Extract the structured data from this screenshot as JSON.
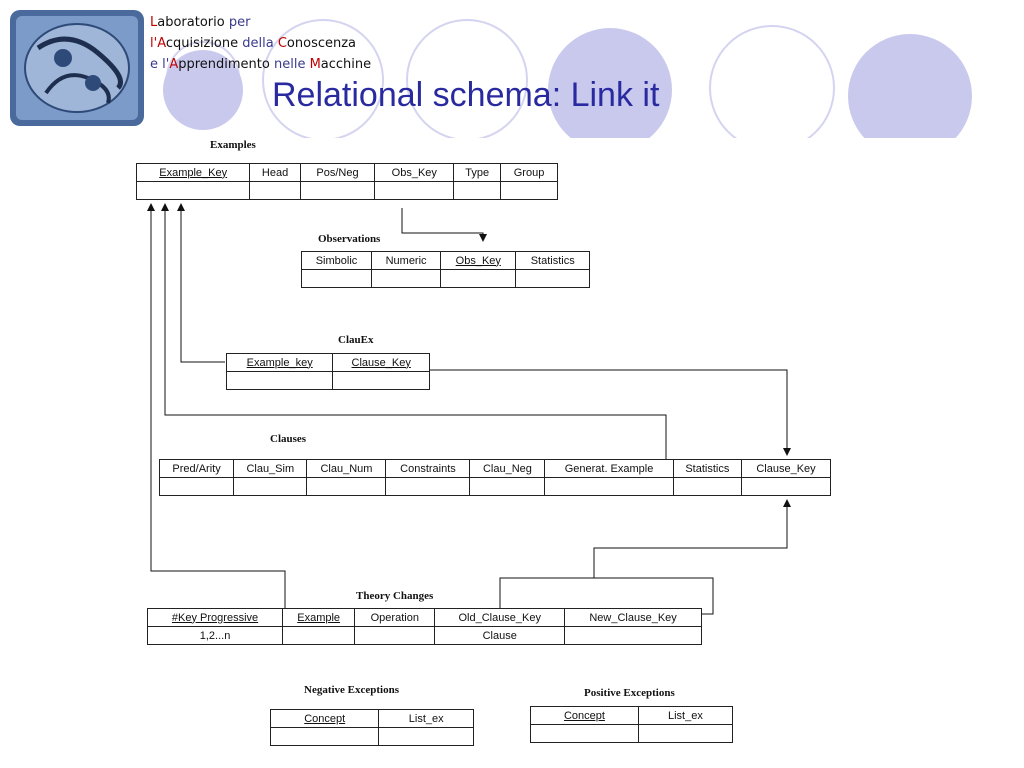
{
  "header": {
    "lab_line1": {
      "a": "L",
      "b": "aboratorio ",
      "c": "per"
    },
    "lab_line2": {
      "a": "l'",
      "b": "A",
      "c": "cquisizione ",
      "d": "della ",
      "e": "C",
      "f": "onoscenza"
    },
    "lab_line3": {
      "a": "e l'",
      "b": "A",
      "c": "pprendimento ",
      "d": "nelle ",
      "e": "M",
      "f": "acchine"
    },
    "title": "Relational schema: Link it"
  },
  "colors": {
    "title": "#2a2aa0",
    "accent_red": "#c00000",
    "circle_fill": "#c9c9ee",
    "circle_stroke": "#d4d4f0"
  },
  "logo_icon": "lab-logo-icon",
  "tables": {
    "examples": {
      "name": "Examples",
      "cols": [
        "Example_Key",
        "Head",
        "Pos/Neg",
        "Obs_Key",
        "Type",
        "Group"
      ],
      "row": [
        "",
        "",
        "",
        "",
        "",
        ""
      ]
    },
    "observations": {
      "name": "Observations",
      "cols": [
        "Simbolic",
        "Numeric",
        "Obs_Key",
        "Statistics"
      ],
      "row": [
        "",
        "",
        "",
        ""
      ]
    },
    "clauex": {
      "name": "ClauEx",
      "cols": [
        "Example_key",
        "Clause_Key"
      ],
      "row": [
        "",
        ""
      ]
    },
    "clauses": {
      "name": "Clauses",
      "cols": [
        "Pred/Arity",
        "Clau_Sim",
        "Clau_Num",
        "Constraints",
        "Clau_Neg",
        "Generat. Example",
        "Statistics",
        "Clause_Key"
      ],
      "row": [
        "",
        "",
        "",
        "",
        "",
        "",
        "",
        ""
      ]
    },
    "theory_changes": {
      "name": "Theory Changes",
      "cols": [
        "#Key Progressive",
        "Example",
        "Operation",
        "Old_Clause_Key",
        "New_Clause_Key"
      ],
      "row": [
        "1,2...n",
        "",
        "",
        "Clause",
        ""
      ]
    },
    "negative_exceptions": {
      "name": "Negative Exceptions",
      "cols": [
        "Concept",
        "List_ex"
      ],
      "row": [
        "",
        ""
      ]
    },
    "positive_exceptions": {
      "name": "Positive Exceptions",
      "cols": [
        "Concept",
        "List_ex"
      ],
      "row": [
        "",
        ""
      ]
    }
  }
}
